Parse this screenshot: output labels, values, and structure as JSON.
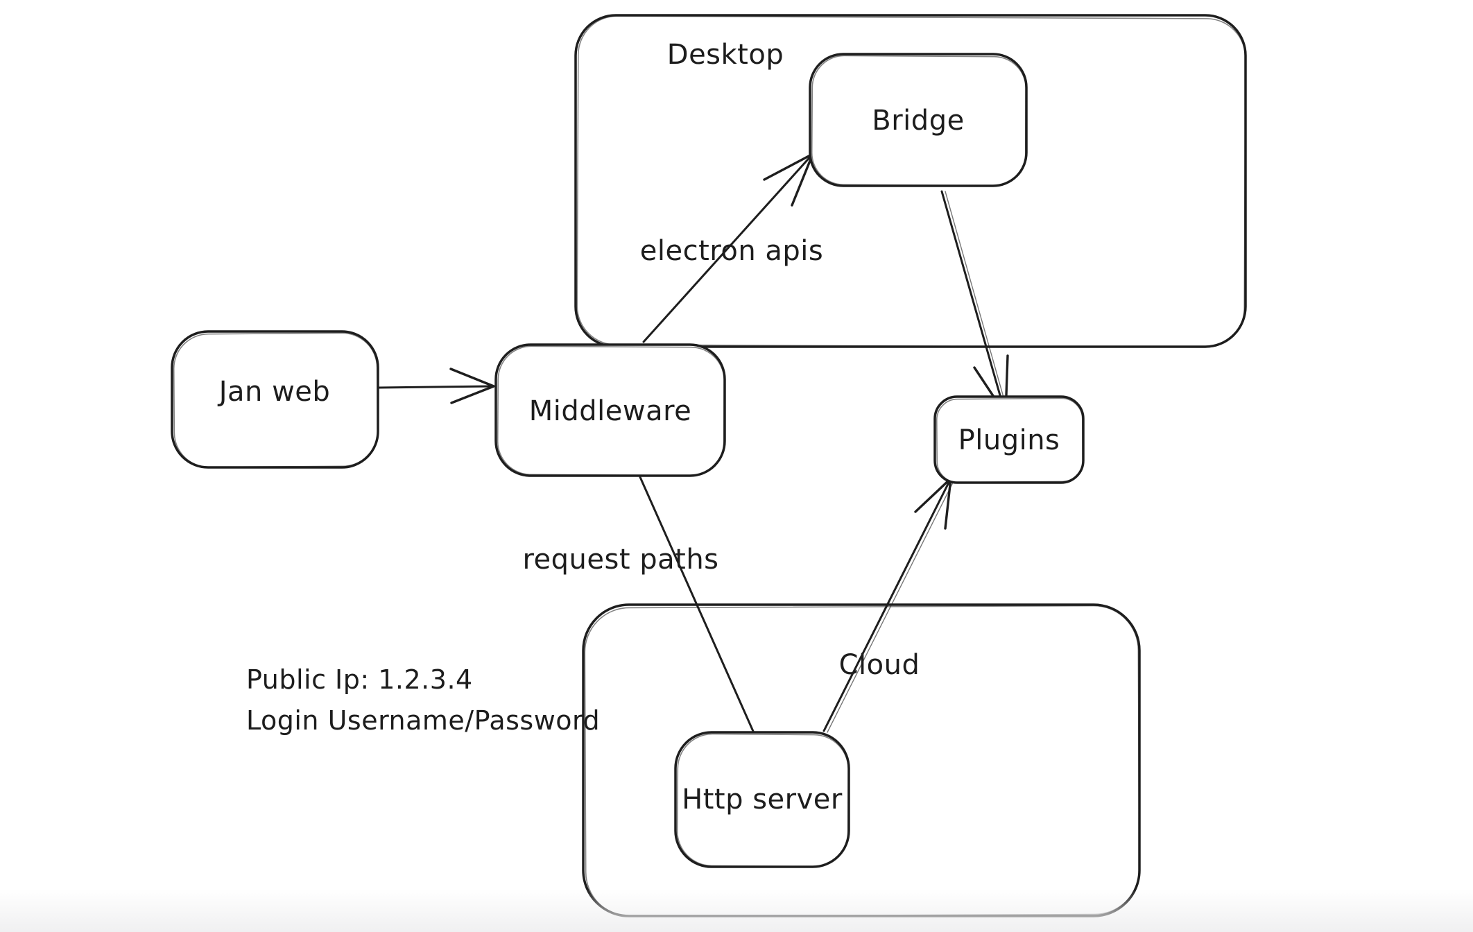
{
  "canvas": {
    "background_color": "#ffffff",
    "stroke_color": "#1e1e1e",
    "bottom_fade_color": "#f0f0f1"
  },
  "containers": [
    {
      "id": "desktop",
      "label": "Desktop"
    },
    {
      "id": "cloud",
      "label": "Cloud"
    }
  ],
  "nodes": [
    {
      "id": "jan-web",
      "label": "Jan web"
    },
    {
      "id": "middleware",
      "label": "Middleware"
    },
    {
      "id": "bridge",
      "label": "Bridge"
    },
    {
      "id": "plugins",
      "label": "Plugins"
    },
    {
      "id": "http-server",
      "label": "Http server"
    }
  ],
  "edges": [
    {
      "from": "jan-web",
      "to": "middleware",
      "label": ""
    },
    {
      "from": "middleware",
      "to": "bridge",
      "label": "electron apis"
    },
    {
      "from": "bridge",
      "to": "plugins",
      "label": ""
    },
    {
      "from": "middleware",
      "to": "http-server",
      "label": "request paths"
    },
    {
      "from": "http-server",
      "to": "plugins",
      "label": ""
    }
  ],
  "annotations": [
    {
      "text": "Public Ip: 1.2.3.4"
    },
    {
      "text": "Login Username/Password"
    }
  ]
}
